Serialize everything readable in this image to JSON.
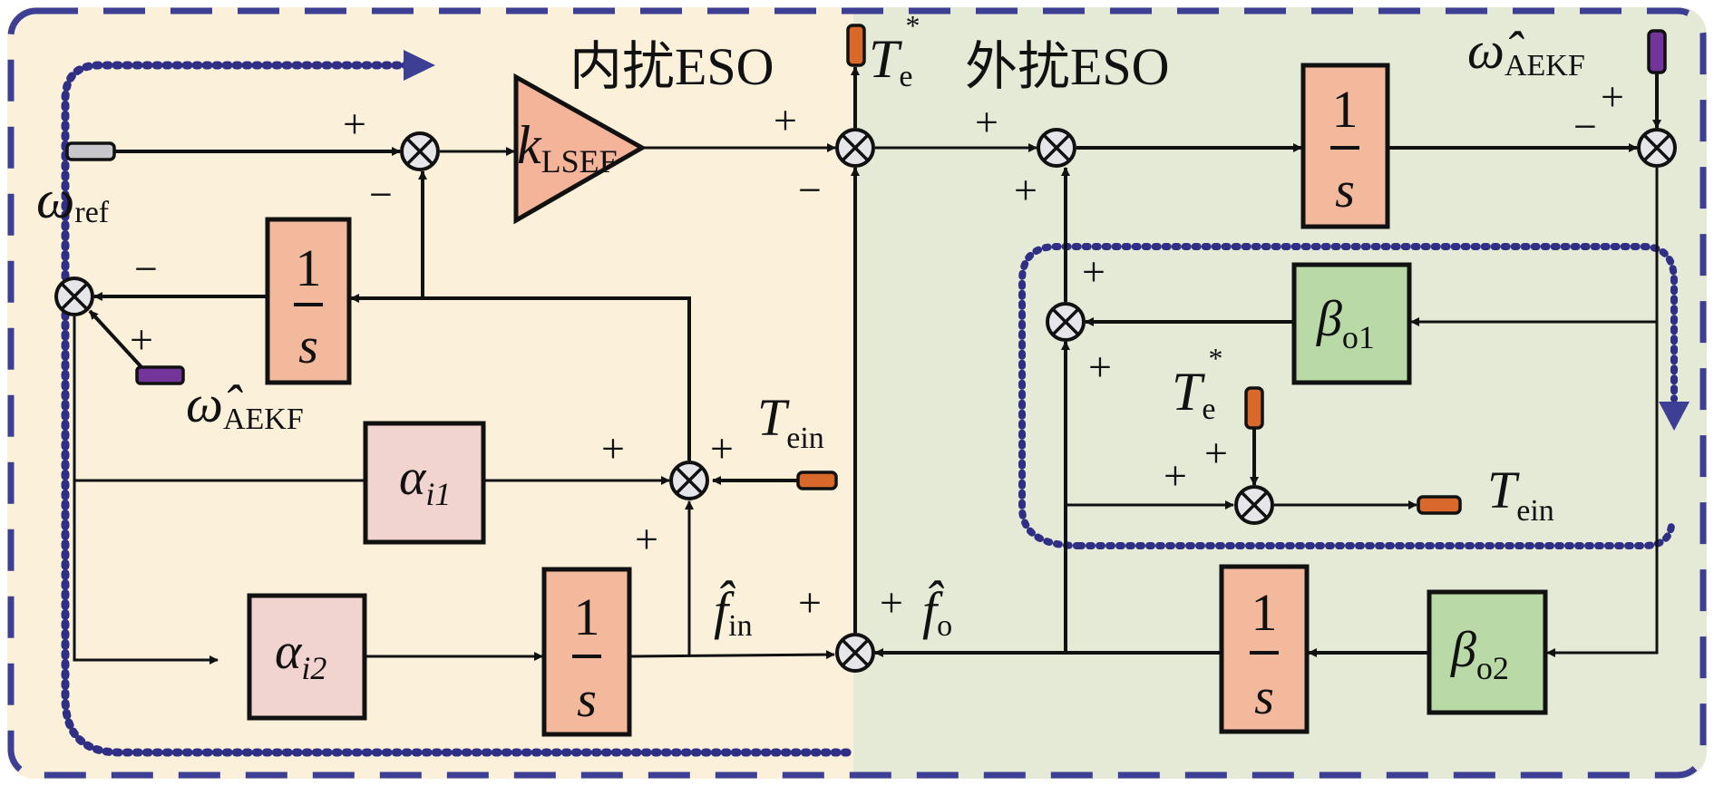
{
  "diagram": {
    "regions": {
      "inner_eso_title": "内扰ESO",
      "outer_eso_title": "外扰ESO"
    },
    "colors": {
      "inner_bg": "#fbf1da",
      "outer_bg": "#e5ead6",
      "integrator_fill": "#f3b99c",
      "alpha_fill": "#f1d3cf",
      "beta_fill": "#b9d9a6",
      "gain_fill": "#f3b49a",
      "border_dash": "#3d3f95",
      "dotted_loop": "#2f2f85",
      "port_gray": "#c8c8cc",
      "port_orange": "#d9692a",
      "port_purple": "#74359a"
    },
    "signals": {
      "omega_ref": {
        "main": "ω",
        "sub": "ref"
      },
      "omega_aekf_left": {
        "main": "ω̂",
        "sub": "AEKF"
      },
      "omega_aekf_right": {
        "main": "ω̂",
        "sub": "AEKF"
      },
      "te_star_top": {
        "main": "T",
        "sub": "e",
        "sup": "*"
      },
      "te_star_inner": {
        "main": "T",
        "sub": "e",
        "sup": "*"
      },
      "tein_left": {
        "main": "T",
        "sub": "ein"
      },
      "tein_right": {
        "main": "T",
        "sub": "ein"
      },
      "f_in": {
        "main": "f̂",
        "sub": "in"
      },
      "f_o": {
        "main": "f̂",
        "sub": "o"
      }
    },
    "blocks": {
      "k_lsef": {
        "main": "k",
        "sub": "LSEF"
      },
      "integrator_num": "1",
      "integrator_den": "s",
      "alpha_i1": {
        "main": "α",
        "sub": "i1"
      },
      "alpha_i2": {
        "main": "α",
        "sub": "i2"
      },
      "beta_o1": {
        "main": "β",
        "sub": "o1"
      },
      "beta_o2": {
        "main": "β",
        "sub": "o2"
      }
    },
    "signs": {
      "plus": "+",
      "minus": "−"
    }
  }
}
